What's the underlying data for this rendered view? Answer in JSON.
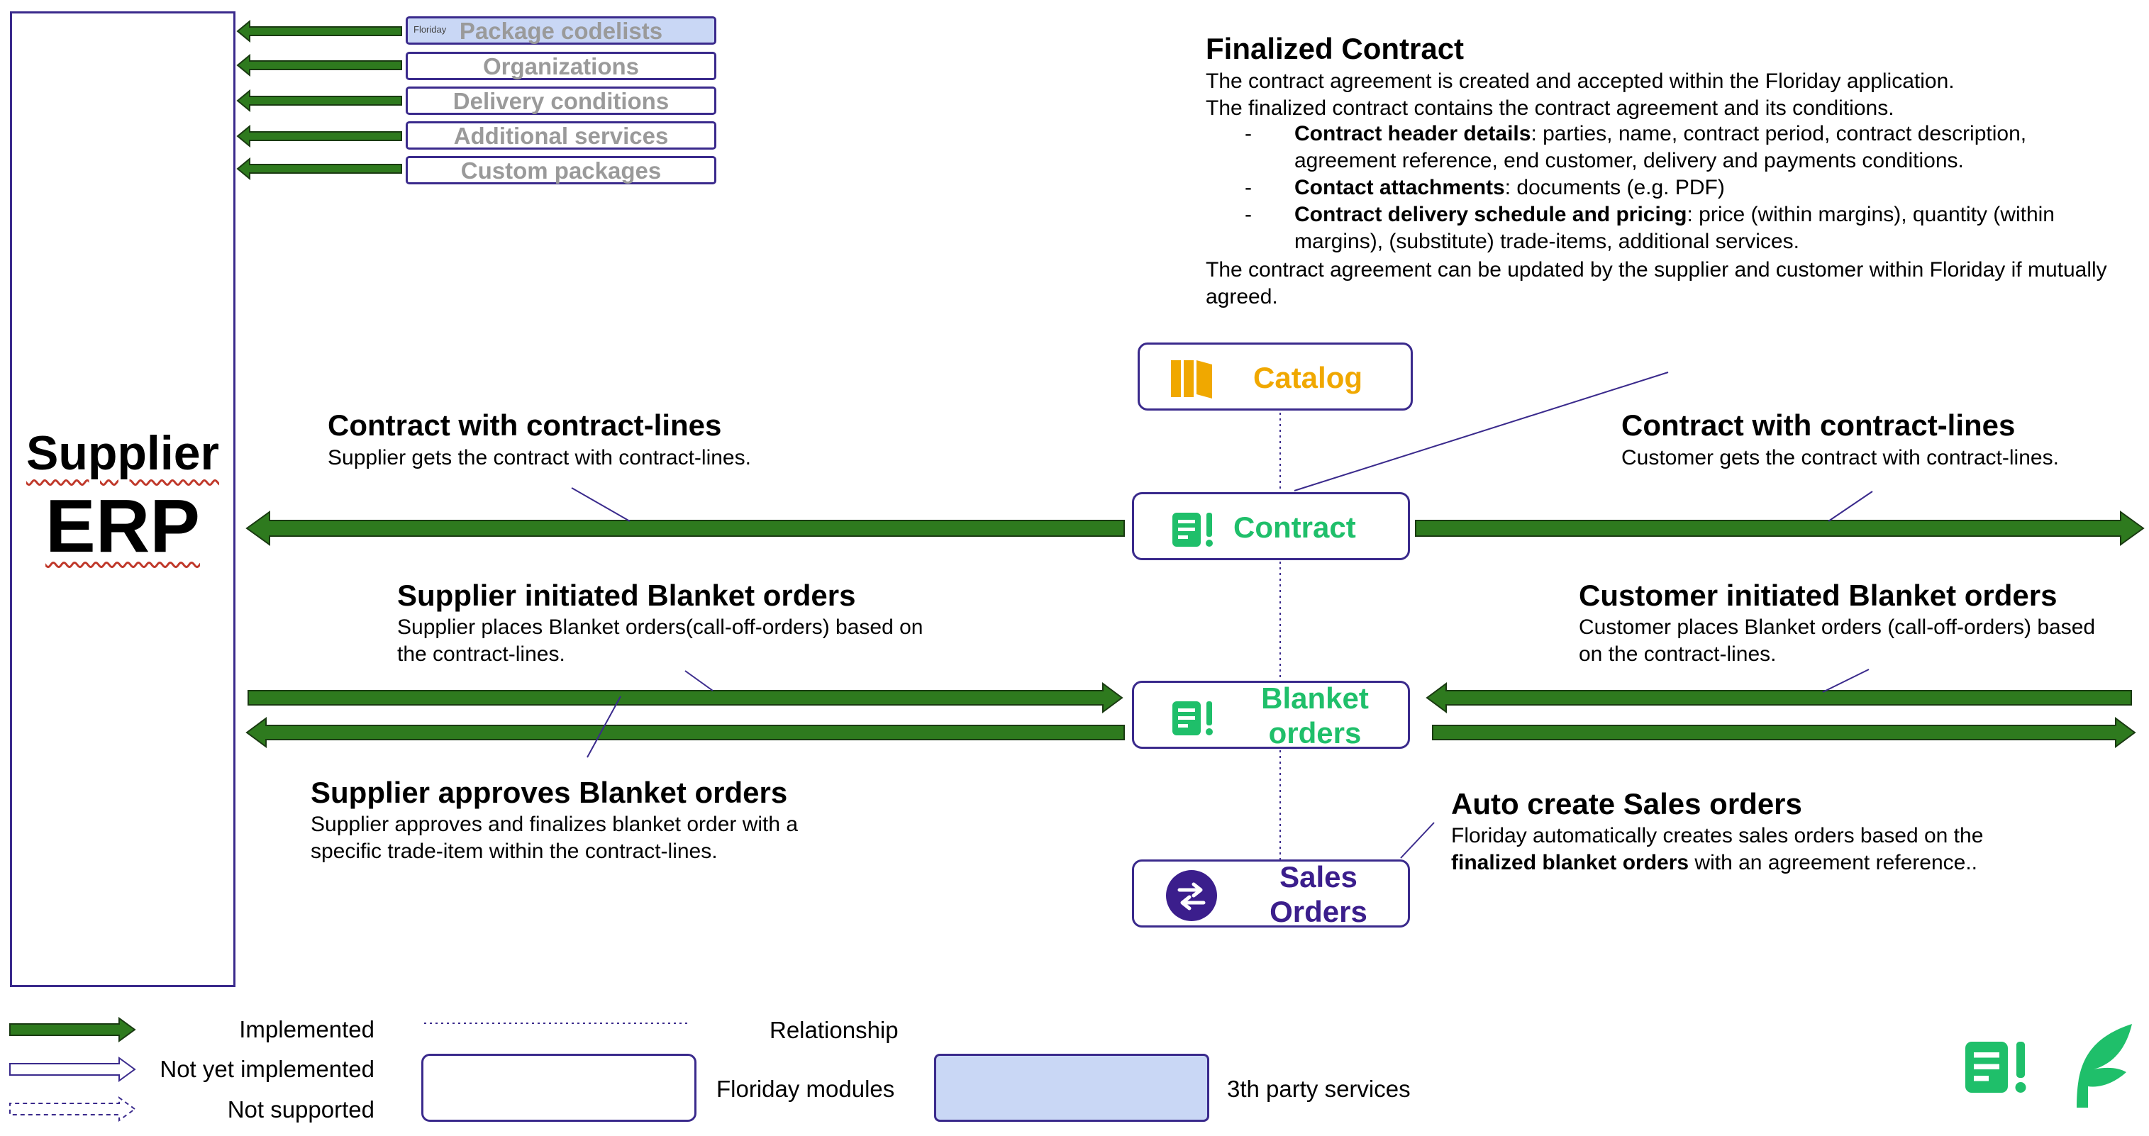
{
  "erp": {
    "line1": "Supplier",
    "line2": "ERP"
  },
  "services": [
    {
      "label": "Package codelists",
      "third_party": true,
      "logo_text": "Floriday"
    },
    {
      "label": "Organizations",
      "third_party": false
    },
    {
      "label": "Delivery conditions",
      "third_party": false
    },
    {
      "label": "Additional services",
      "third_party": false
    },
    {
      "label": "Custom packages",
      "third_party": false
    }
  ],
  "finalized": {
    "title": "Finalized Contract",
    "line1": "The contract agreement is created and accepted within the Floriday application.",
    "line2": "The finalized contract contains the contract agreement and its conditions.",
    "items": [
      {
        "bold": "Contract header details",
        "rest": ": parties, name, contract period, contract description, agreement reference, end customer, delivery and payments conditions."
      },
      {
        "bold": "Contact attachments",
        "rest": ": documents (e.g. PDF)"
      },
      {
        "bold": "Contract delivery schedule and pricing",
        "rest": ": price (within margins), quantity (within margins), (substitute) trade-items, additional services."
      }
    ],
    "footer": "The contract agreement can be updated by the supplier and customer within Floriday if mutually agreed."
  },
  "modules": {
    "catalog": "Catalog",
    "contract": "Contract",
    "blanket_line1": "Blanket",
    "blanket_line2": "orders",
    "sales_line1": "Sales",
    "sales_line2": "Orders"
  },
  "annotations": {
    "supplier_contract": {
      "title": "Contract with contract-lines",
      "text": "Supplier gets the contract with contract-lines."
    },
    "customer_contract": {
      "title": "Contract with contract-lines",
      "text": "Customer gets the contract with contract-lines."
    },
    "supplier_blanket": {
      "title": "Supplier initiated Blanket orders",
      "line1": "Supplier places Blanket orders(call-off-orders) based on",
      "line2": "the contract-lines."
    },
    "customer_blanket": {
      "title": "Customer initiated Blanket orders",
      "line1": "Customer places Blanket orders (call-off-orders) based",
      "line2": "on the contract-lines."
    },
    "supplier_approves": {
      "title": "Supplier approves Blanket orders",
      "line1": "Supplier approves and finalizes blanket order with a",
      "line2": "specific trade-item within the contract-lines."
    },
    "auto_sales": {
      "title": "Auto create Sales orders",
      "line1": "Floriday automatically creates sales orders based on the",
      "bold": "finalized blanket orders",
      "rest": " with an agreement reference.."
    }
  },
  "legend": {
    "implemented": "Implemented",
    "not_yet": "Not yet implemented",
    "not_supported": "Not supported",
    "relationship": "Relationship",
    "modules": "Floriday modules",
    "third_party": "3th party services"
  },
  "colors": {
    "implemented": "#2e7a1e",
    "border": "#3a2a8c",
    "catalog": "#f0a800",
    "contract": "#1fbf6a",
    "sales": "#3b1e8c",
    "third_party_fill": "#c9d7f5",
    "service_text": "#9a9a9a"
  },
  "icons": [
    "catalog-icon",
    "contract-icon",
    "blanket-orders-icon",
    "sales-orders-icon",
    "floriday-document-icon",
    "floriday-leaf-logo"
  ]
}
